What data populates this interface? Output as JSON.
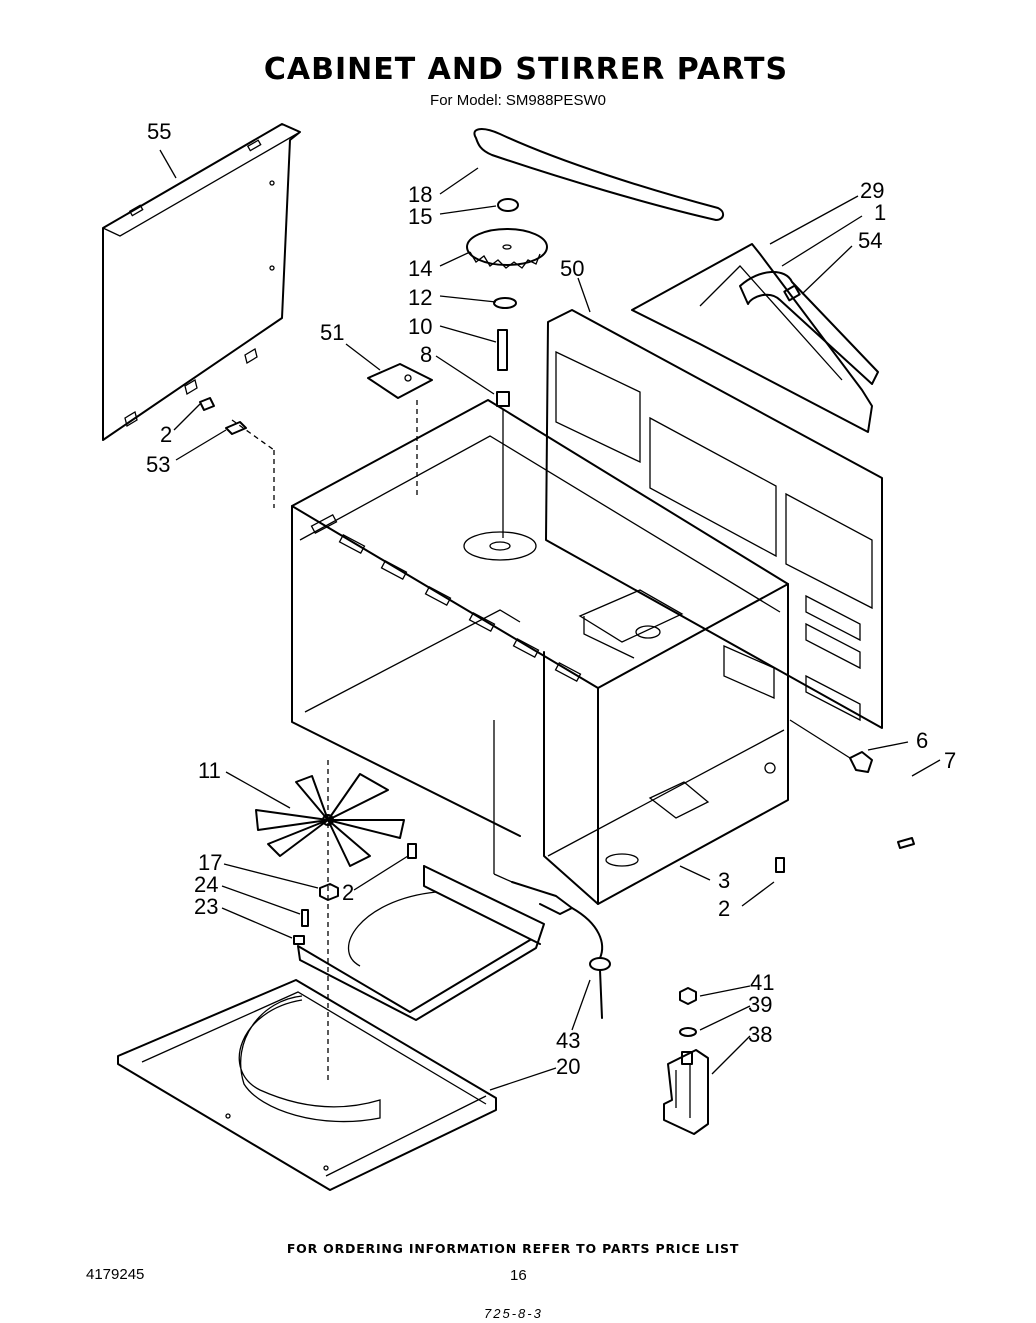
{
  "title": "CABINET AND STIRRER PARTS",
  "subtitle": "For Model: SM988PESW0",
  "footer_note": "FOR ORDERING INFORMATION REFER TO PARTS PRICE LIST",
  "document_number": "4179245",
  "page_number": "16",
  "revision_code": "725-8-3",
  "callouts": {
    "c55": "55",
    "c18": "18",
    "c15": "15",
    "c14": "14",
    "c12": "12",
    "c10": "10",
    "c8": "8",
    "c51": "51",
    "c50": "50",
    "c29": "29",
    "c1": "1",
    "c54": "54",
    "c2a": "2",
    "c53": "53",
    "c6": "6",
    "c7": "7",
    "c11": "11",
    "c17": "17",
    "c24": "24",
    "c23": "23",
    "c2b": "2",
    "c3": "3",
    "c2c": "2",
    "c41": "41",
    "c39": "39",
    "c38": "38",
    "c43": "43",
    "c20": "20"
  }
}
